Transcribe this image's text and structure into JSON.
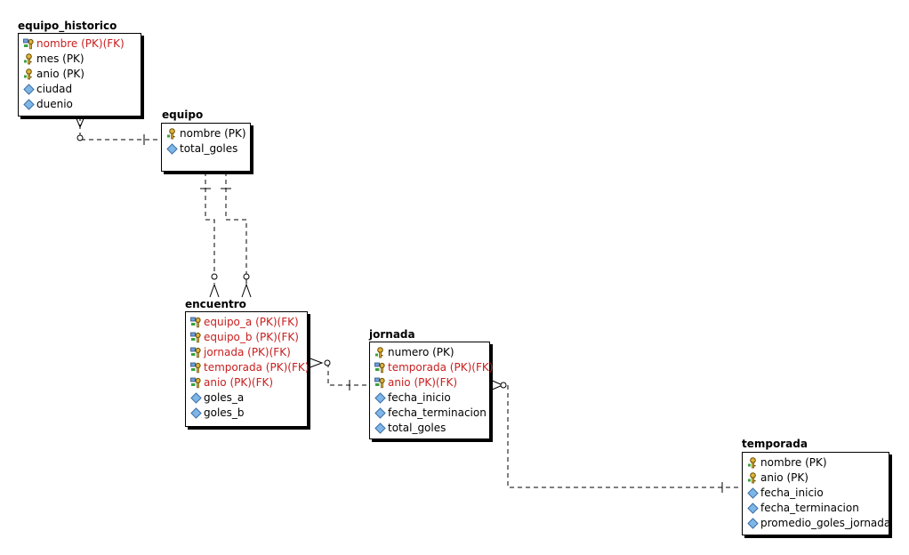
{
  "tables": {
    "equipo_historico": {
      "title": "equipo_historico",
      "attributes": [
        {
          "text": "nombre (PK)(FK)",
          "icon": "key-link-icon",
          "fk": true
        },
        {
          "text": "mes (PK)",
          "icon": "key-icon",
          "fk": false
        },
        {
          "text": "anio (PK)",
          "icon": "key-icon",
          "fk": false
        },
        {
          "text": "ciudad",
          "icon": "attribute-diamond-icon",
          "fk": false
        },
        {
          "text": "duenio",
          "icon": "attribute-diamond-icon",
          "fk": false
        }
      ]
    },
    "equipo": {
      "title": "equipo",
      "attributes": [
        {
          "text": "nombre (PK)",
          "icon": "key-icon",
          "fk": false
        },
        {
          "text": "total_goles",
          "icon": "attribute-diamond-icon",
          "fk": false
        }
      ]
    },
    "encuentro": {
      "title": "encuentro",
      "attributes": [
        {
          "text": "equipo_a (PK)(FK)",
          "icon": "key-link-icon",
          "fk": true
        },
        {
          "text": "equipo_b (PK)(FK)",
          "icon": "key-link-icon",
          "fk": true
        },
        {
          "text": "jornada (PK)(FK)",
          "icon": "key-link-icon",
          "fk": true
        },
        {
          "text": "temporada (PK)(FK)",
          "icon": "key-link-icon",
          "fk": true
        },
        {
          "text": "anio (PK)(FK)",
          "icon": "key-link-icon",
          "fk": true
        },
        {
          "text": "goles_a",
          "icon": "attribute-diamond-icon",
          "fk": false
        },
        {
          "text": "goles_b",
          "icon": "attribute-diamond-icon",
          "fk": false
        }
      ]
    },
    "jornada": {
      "title": "jornada",
      "attributes": [
        {
          "text": "numero (PK)",
          "icon": "key-icon",
          "fk": false
        },
        {
          "text": "temporada (PK)(FK)",
          "icon": "key-link-icon",
          "fk": true
        },
        {
          "text": "anio (PK)(FK)",
          "icon": "key-link-icon",
          "fk": true
        },
        {
          "text": "fecha_inicio",
          "icon": "attribute-diamond-icon",
          "fk": false
        },
        {
          "text": "fecha_terminacion",
          "icon": "attribute-diamond-icon",
          "fk": false
        },
        {
          "text": "total_goles",
          "icon": "attribute-diamond-icon",
          "fk": false
        }
      ]
    },
    "temporada": {
      "title": "temporada",
      "attributes": [
        {
          "text": "nombre (PK)",
          "icon": "key-icon",
          "fk": false
        },
        {
          "text": "anio (PK)",
          "icon": "key-icon",
          "fk": false
        },
        {
          "text": "fecha_inicio",
          "icon": "attribute-diamond-icon",
          "fk": false
        },
        {
          "text": "fecha_terminacion",
          "icon": "attribute-diamond-icon",
          "fk": false
        },
        {
          "text": "promedio_goles_jornada",
          "icon": "attribute-diamond-icon",
          "fk": false
        }
      ]
    }
  },
  "relationships": [
    {
      "from": "equipo",
      "to": "equipo_historico",
      "parent_end": "one",
      "child_end": "zero-or-many",
      "line": "dashed"
    },
    {
      "from": "equipo",
      "to": "encuentro",
      "via": "equipo_a",
      "parent_end": "one",
      "child_end": "zero-or-many",
      "line": "dashed"
    },
    {
      "from": "equipo",
      "to": "encuentro",
      "via": "equipo_b",
      "parent_end": "one",
      "child_end": "zero-or-many",
      "line": "dashed"
    },
    {
      "from": "jornada",
      "to": "encuentro",
      "parent_end": "one",
      "child_end": "zero-or-many",
      "line": "dashed"
    },
    {
      "from": "temporada",
      "to": "jornada",
      "parent_end": "one",
      "child_end": "zero-or-many",
      "line": "dashed"
    }
  ],
  "colors": {
    "fk_text": "#c81e1e",
    "normal_text": "#000000",
    "diamond_fill": "#7fb6e8",
    "key_fill": "#e0b43c"
  }
}
